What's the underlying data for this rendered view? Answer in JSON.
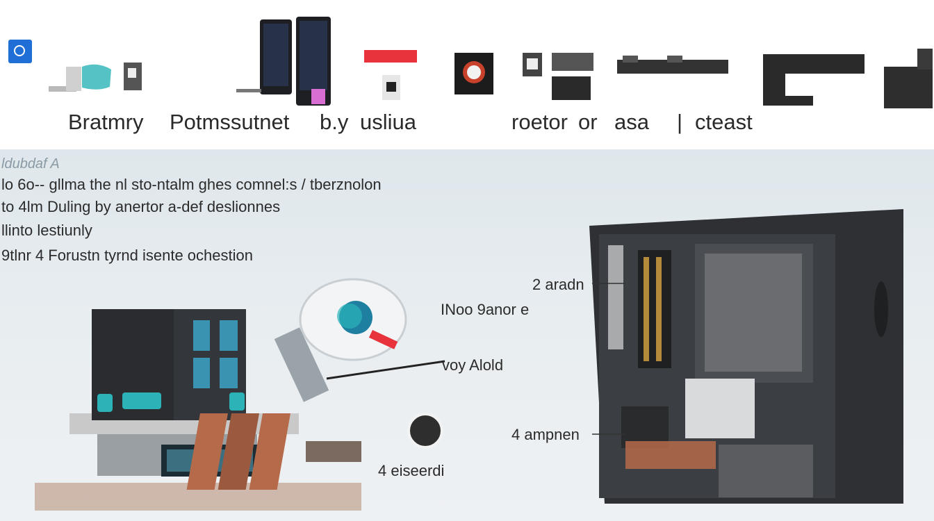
{
  "header": {
    "title_parts": [
      "Bratmry",
      "Potmssutnet",
      "b.y",
      "usliua",
      "roetor",
      "or",
      "asa",
      "|",
      "cteast"
    ]
  },
  "notes": [
    "ldubdaf A",
    "lo 6o-- gllma the nl sto-ntalm ghes comnel:s / tberznolon",
    "to 4lm Duling by anertor a-def deslionnes",
    "llinto lestiunly",
    "9tlnr 4 Forustn tyrnd isente ochestion"
  ],
  "callouts": {
    "c1": "2 aradn",
    "c2": "INoo 9anor e",
    "c3": "voy Alold",
    "c4": "4 ampnen",
    "c5": "4 eiseerdi"
  },
  "colors": {
    "tower_dark": "#2e3033",
    "panel_bg": "#e4ebef",
    "accent_teal": "#2bb3b8",
    "accent_red": "#e8323c",
    "accent_blue": "#1f6fd6",
    "copper": "#b56a4a"
  }
}
